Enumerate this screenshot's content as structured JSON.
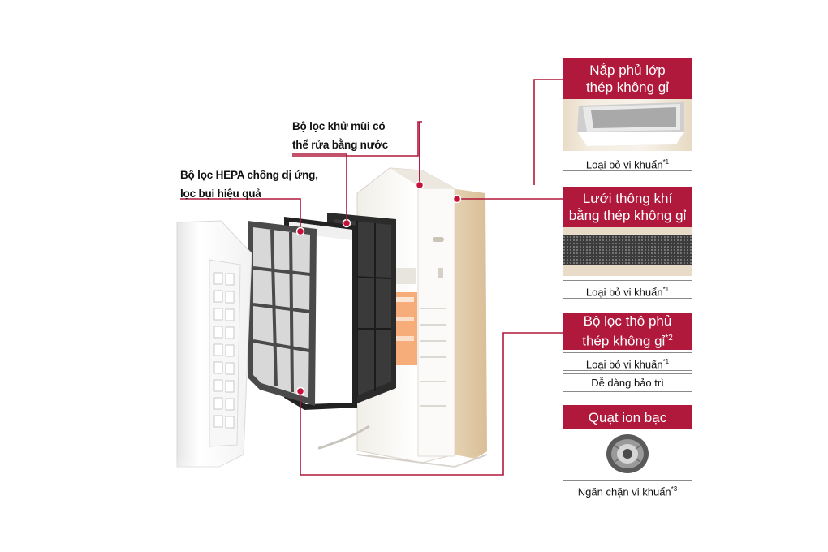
{
  "callouts": {
    "deodor_line1": "Bộ lọc khử mùi có",
    "deodor_line2": "thể rửa bằng nước",
    "hepa_line1": "Bộ lọc HEPA chống dị ứng,",
    "hepa_line2": "lọc bụi hiệu quả"
  },
  "panels": {
    "lid": {
      "title_line1": "Nắp phủ lớp",
      "title_line2": "thép không gỉ",
      "label": "Loại bỏ vi khuẩn",
      "label_note": "*1"
    },
    "mesh": {
      "title_line1": "Lưới thông khí",
      "title_line2": "bằng thép không gỉ",
      "label": "Loại bỏ vi khuẩn",
      "label_note": "*1"
    },
    "prefilter": {
      "title_line1": "Bộ lọc thô phủ",
      "title_line2": "thép không gỉ",
      "title_note": "*2",
      "label": "Loại bỏ vi khuẩn",
      "label_note": "*1",
      "label2": "Dễ dàng bảo trì"
    },
    "fan": {
      "title": "Quạt ion bạc",
      "label": "Ngăn chặn vi khuẩn",
      "label_note": "*3"
    }
  },
  "colors": {
    "accent": "#b0183c",
    "leader": "#b0183c",
    "dot": "#c8103a"
  }
}
